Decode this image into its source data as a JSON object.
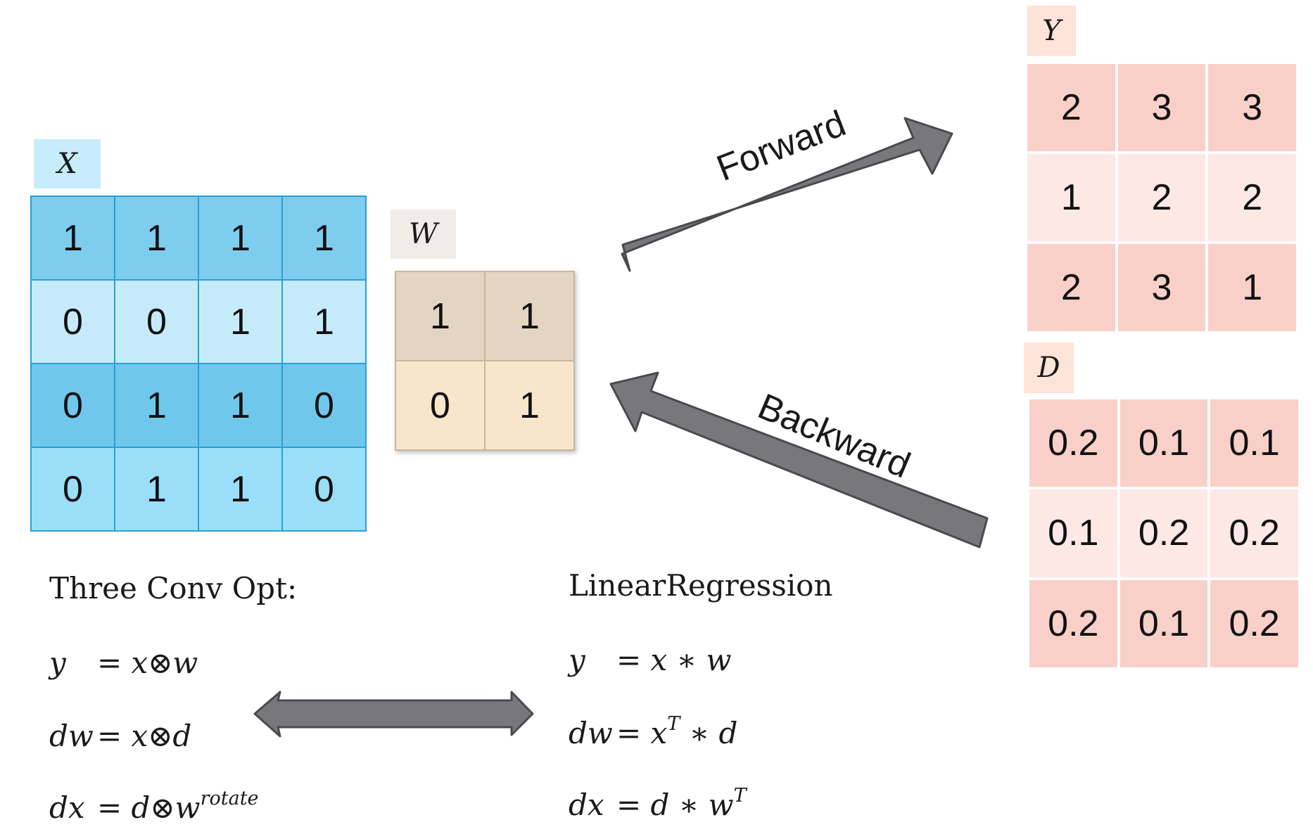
{
  "matrices": {
    "X": {
      "label": "X",
      "values": [
        [
          "1",
          "1",
          "1",
          "1"
        ],
        [
          "0",
          "0",
          "1",
          "1"
        ],
        [
          "0",
          "1",
          "1",
          "0"
        ],
        [
          "0",
          "1",
          "1",
          "0"
        ]
      ],
      "colors": {
        "label_bg": "#c7ecfb",
        "row_fills": [
          "#7dcdee",
          "#c5ebfb",
          "#6fc8ec",
          "#9bdefa"
        ],
        "border": "#2a9fd3"
      }
    },
    "W": {
      "label": "W",
      "values": [
        [
          "1",
          "1"
        ],
        [
          "0",
          "1"
        ]
      ],
      "colors": {
        "label_bg": "#f1ece6",
        "row_fills": [
          "#e3d5c1",
          "#f8e5cc"
        ],
        "border": "#c9b79c"
      }
    },
    "Y": {
      "label": "Y",
      "values": [
        [
          "2",
          "3",
          "3"
        ],
        [
          "1",
          "2",
          "2"
        ],
        [
          "2",
          "3",
          "1"
        ]
      ],
      "colors": {
        "label_bg": "#fde3d8",
        "row_fills": [
          "#f9d0c8",
          "#fde8e5",
          "#f9d0c8"
        ]
      }
    },
    "D": {
      "label": "D",
      "values": [
        [
          "0.2",
          "0.1",
          "0.1"
        ],
        [
          "0.1",
          "0.2",
          "0.2"
        ],
        [
          "0.2",
          "0.1",
          "0.2"
        ]
      ],
      "colors": {
        "label_bg": "#fde3d8",
        "row_fills": [
          "#f9d0c8",
          "#fde8e5",
          "#f9d0c8"
        ]
      }
    }
  },
  "arrows": {
    "forward_label": "Forward",
    "backward_label": "Backward",
    "color": "#78787c",
    "stroke": "#4a4a4e"
  },
  "equations": {
    "conv": {
      "title": "Three Conv Opt:",
      "line1": {
        "lhs": "y",
        "rhs": "= x⊗w"
      },
      "line2": {
        "lhs": "dw",
        "rhs": "= x⊗d"
      },
      "line3": {
        "lhs": "dx",
        "rhs": "= d⊗w",
        "sup": "rotate"
      }
    },
    "linear": {
      "title": "LinearRegression",
      "line1": {
        "lhs": "y",
        "rhs": "= x ∗ w"
      },
      "line2": {
        "lhs": "dw",
        "rhs_a": "= x",
        "sup": "T",
        "rhs_b": " ∗ d"
      },
      "line3": {
        "lhs": "dx",
        "rhs": "= d ∗ w",
        "sup": "T"
      }
    }
  }
}
